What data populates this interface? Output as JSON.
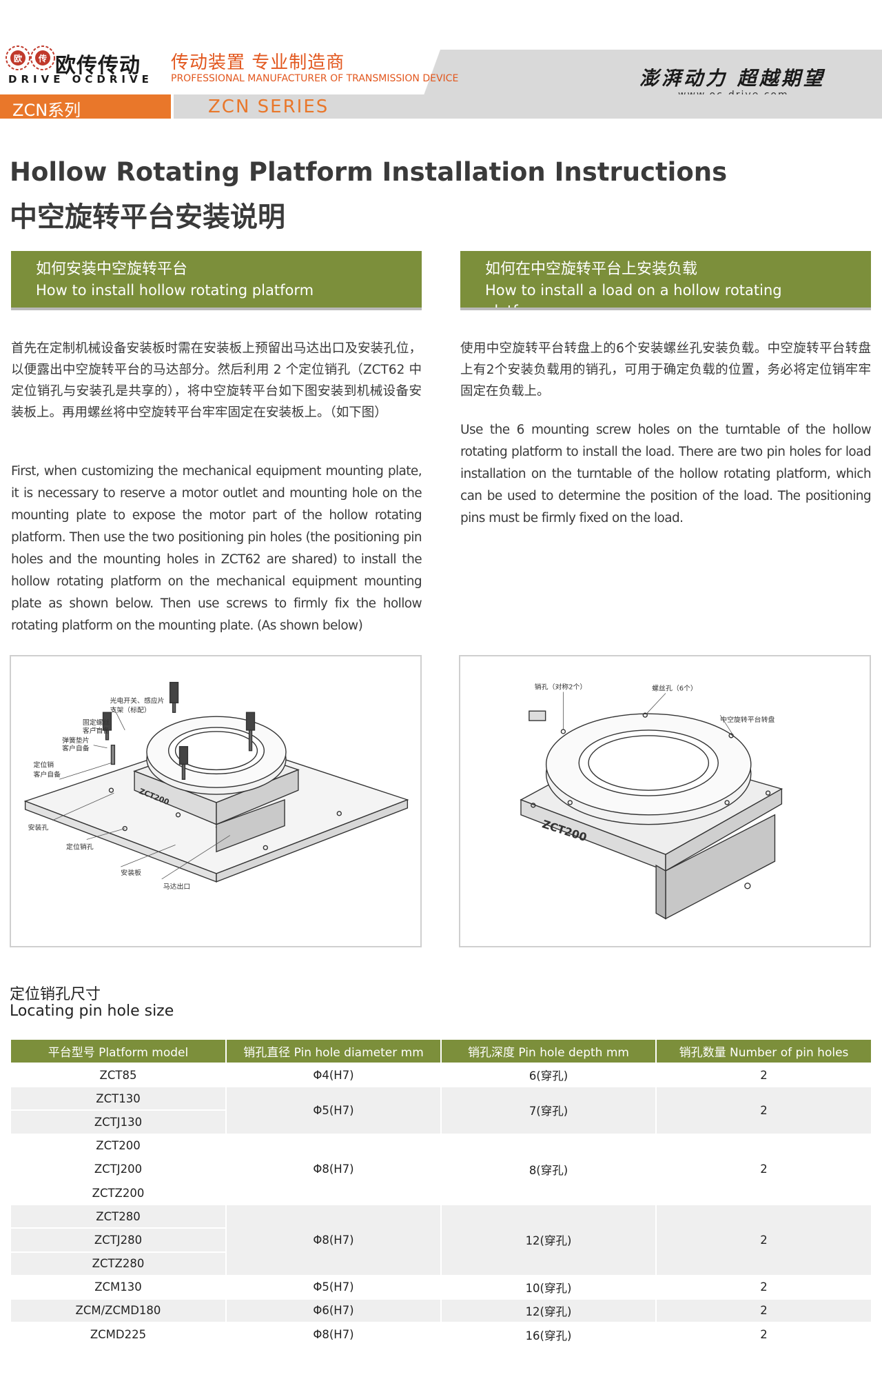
{
  "header": {
    "brand_cn": "欧传传动",
    "brand_en": "DRIVE OCDRIVE",
    "logo_chars": [
      "欧",
      "传"
    ],
    "tagline_cn": "传动装置 专业制造商",
    "tagline_en": "PROFESSIONAL MANUFACTURER OF TRANSMISSION DEVICE",
    "slogan": "澎湃动力 超越期望",
    "website": "www.oc-drive.com",
    "series_cn": "ZCN系列",
    "series_en": "ZCN SERIES",
    "colors": {
      "orange": "#e9772a",
      "olive": "#7c8f3b",
      "gray": "#d9d9d9"
    }
  },
  "page": {
    "title_en": "Hollow Rotating Platform Installation Instructions",
    "title_cn": "中空旋转平台安装说明"
  },
  "left_section": {
    "heading_cn": "如何安装中空旋转平台",
    "heading_en": "How to install hollow rotating platform",
    "para_cn": "首先在定制机械设备安装板时需在安装板上预留出马达出口及安装孔位，以便露出中空旋转平台的马达部分。然后利用 2 个定位销孔（ZCT62 中定位销孔与安装孔是共享的），将中空旋转平台如下图安装到机械设备安装板上。再用螺丝将中空旋转平台牢牢固定在安装板上。（如下图）",
    "para_en": "First, when customizing the mechanical equipment mounting plate, it is necessary to reserve a motor outlet and mounting hole on the mounting plate to expose the motor part of the hollow rotating platform. Then use the two positioning pin holes (the positioning pin holes and the mounting holes in ZCT62 are shared) to install the hollow rotating platform on the mechanical equipment mounting plate as shown below. Then use screws to firmly fix the hollow rotating platform on the mounting plate. (As shown below)",
    "figure": {
      "model_label": "ZCT200",
      "labels": {
        "sensor": "光电开关、感应片",
        "bracket": "支架（标配）",
        "screw": "固定螺丝",
        "screw_note": "客户自备",
        "washer": "弹簧垫片",
        "washer_note": "客户自备",
        "pin": "定位销",
        "pin_note": "客户自备",
        "mount_hole": "安装孔",
        "pin_hole": "定位销孔",
        "plate": "安装板",
        "motor_exit": "马达出口"
      }
    }
  },
  "right_section": {
    "heading_cn": "如何在中空旋转平台上安装负载",
    "heading_en": "How to install a load on a hollow rotating platform",
    "para_cn": "使用中空旋转平台转盘上的6个安装螺丝孔安装负载。中空旋转平台转盘上有2个安装负载用的销孔，可用于确定负载的位置，务必将定位销牢牢固定在负载上。",
    "para_en": "Use the 6 mounting screw holes on the turntable of the hollow rotating platform to install the load. There are two pin holes for load installation on the turntable of the hollow rotating platform, which can be used to determine the position of the load. The positioning pins must be firmly fixed on the load.",
    "figure": {
      "model_label": "ZCT200",
      "labels": {
        "pin_hole": "销孔（对称2个）",
        "screw_hole": "螺丝孔（6个）",
        "turntable": "中空旋转平台转盘"
      }
    }
  },
  "table": {
    "title_cn": "定位销孔尺寸",
    "title_en": "Locating pin hole size",
    "headers": [
      "平台型号  Platform model",
      "销孔直径 Pin hole diameter mm",
      "销孔深度 Pin hole depth mm",
      "销孔数量 Number of pin holes"
    ],
    "groups": [
      {
        "models": [
          "ZCT85"
        ],
        "diameter": "Φ4(H7)",
        "depth": "6(穿孔)",
        "count": "2"
      },
      {
        "models": [
          "ZCT130",
          "ZCTJ130"
        ],
        "diameter": "Φ5(H7)",
        "depth": "7(穿孔)",
        "count": "2"
      },
      {
        "models": [
          "ZCT200",
          "ZCTJ200",
          "ZCTZ200"
        ],
        "diameter": "Φ8(H7)",
        "depth": "8(穿孔)",
        "count": "2"
      },
      {
        "models": [
          "ZCT280",
          "ZCTJ280",
          "ZCTZ280"
        ],
        "diameter": "Φ8(H7)",
        "depth": "12(穿孔)",
        "count": "2"
      },
      {
        "models": [
          "ZCM130"
        ],
        "diameter": "Φ5(H7)",
        "depth": "10(穿孔)",
        "count": "2"
      },
      {
        "models": [
          "ZCM/ZCMD180"
        ],
        "diameter": "Φ6(H7)",
        "depth": "12(穿孔)",
        "count": "2"
      },
      {
        "models": [
          "ZCMD225"
        ],
        "diameter": "Φ8(H7)",
        "depth": "16(穿孔)",
        "count": "2"
      }
    ]
  }
}
